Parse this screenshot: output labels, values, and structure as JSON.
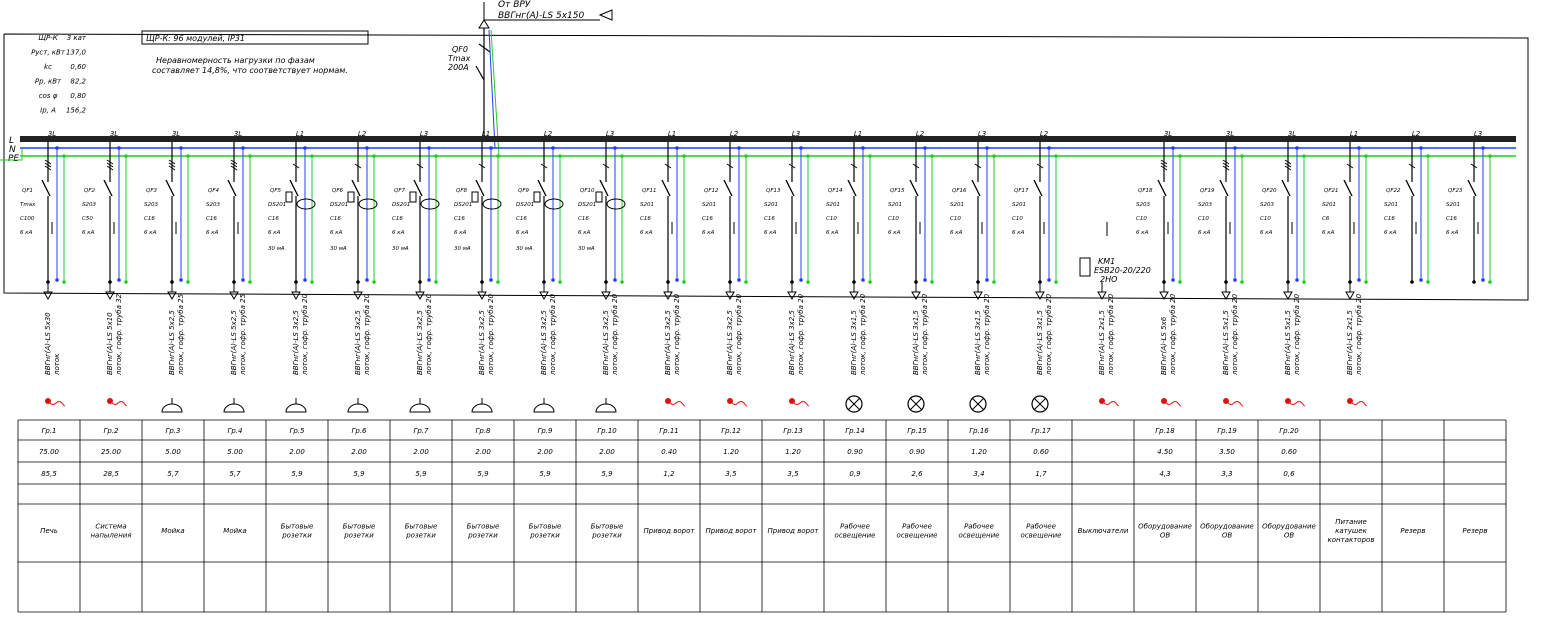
{
  "header": {
    "source_label": "От ВРУ",
    "source_cable": "ВВГнг(А)-LS 5x150",
    "qf0_name": "QF0",
    "qf0_type": "Tmax",
    "qf0_rating": "200A"
  },
  "params": [
    {
      "k": "ЩР-К",
      "v": "3 кат"
    },
    {
      "k": "Руст, кВт",
      "v": "137,0"
    },
    {
      "k": "kc",
      "v": "0,60"
    },
    {
      "k": "Рр, кВт",
      "v": "82,2"
    },
    {
      "k": "cos φ",
      "v": "0,80"
    },
    {
      "k": "Iр, А",
      "v": "156,2"
    }
  ],
  "panel_title": "ЩР-К: 96 модулей, IP31",
  "note_line1": "Неравномерность нагрузки по фазам",
  "note_line2": "составляет 14,8%, что соответствует нормам.",
  "bus": {
    "L": "L",
    "N": "N",
    "PE": "PE"
  },
  "km1": {
    "name": "KM1",
    "type": "ESB20-20/220",
    "contacts": "2НО"
  },
  "colors": {
    "line": "#000000",
    "neutral": "#1f3cff",
    "pe": "#22cc22",
    "hot": "#e01010"
  },
  "circuits": [
    {
      "phase": "3L",
      "qf": "QF1",
      "type": "Tmax",
      "curve": "C100",
      "ik": "6 кА",
      "rcd": "",
      "cable": "ВВГнг(А)-LS 5x30",
      "route": "лоток",
      "load": "heat",
      "group": "Гр.1",
      "p": "75.00",
      "i": "85,5",
      "desc": "Печь",
      "dev": "plain",
      "poles": 3
    },
    {
      "phase": "3L",
      "qf": "QF2",
      "type": "S203",
      "curve": "C50",
      "ik": "6 кА",
      "rcd": "",
      "cable": "ВВГнг(А)-LS 5x10",
      "route": "лоток, гофр. труба 32",
      "load": "heat",
      "group": "Гр.2",
      "p": "25.00",
      "i": "28,5",
      "desc": "Система напыления",
      "dev": "plain",
      "poles": 3
    },
    {
      "phase": "3L",
      "qf": "QF3",
      "type": "S203",
      "curve": "C16",
      "ik": "6 кА",
      "rcd": "",
      "cable": "ВВГнг(А)-LS 5x2,5",
      "route": "лоток, гофр. труба 25",
      "load": "socket",
      "group": "Гр.3",
      "p": "5.00",
      "i": "5,7",
      "desc": "Мойка",
      "dev": "plain",
      "poles": 3
    },
    {
      "phase": "3L",
      "qf": "QF4",
      "type": "S203",
      "curve": "C16",
      "ik": "6 кА",
      "rcd": "",
      "cable": "ВВГнг(А)-LS 5x2,5",
      "route": "лоток, гофр. труба 25",
      "load": "socket",
      "group": "Гр.4",
      "p": "5.00",
      "i": "5,7",
      "desc": "Мойка",
      "dev": "plain",
      "poles": 3
    },
    {
      "phase": "L1",
      "qf": "QF5",
      "type": "DS201",
      "curve": "C16",
      "ik": "6 кА",
      "rcd": "30 мА",
      "cable": "ВВГнг(А)-LS 3x2,5",
      "route": "лоток, гофр. труба 20",
      "load": "socket",
      "group": "Гр.5",
      "p": "2.00",
      "i": "5,9",
      "desc": "Бытовые розетки",
      "dev": "rcd",
      "poles": 1
    },
    {
      "phase": "L2",
      "qf": "QF6",
      "type": "DS201",
      "curve": "C16",
      "ik": "6 кА",
      "rcd": "30 мА",
      "cable": "ВВГнг(А)-LS 3x2,5",
      "route": "лоток, гофр. труба 20",
      "load": "socket",
      "group": "Гр.6",
      "p": "2.00",
      "i": "5,9",
      "desc": "Бытовые розетки",
      "dev": "rcd",
      "poles": 1
    },
    {
      "phase": "L3",
      "qf": "QF7",
      "type": "DS201",
      "curve": "C16",
      "ik": "6 кА",
      "rcd": "30 мА",
      "cable": "ВВГнг(А)-LS 3x2,5",
      "route": "лоток, гофр. труба 20",
      "load": "socket",
      "group": "Гр.7",
      "p": "2.00",
      "i": "5,9",
      "desc": "Бытовые розетки",
      "dev": "rcd",
      "poles": 1
    },
    {
      "phase": "L1",
      "qf": "QF8",
      "type": "DS201",
      "curve": "C16",
      "ik": "6 кА",
      "rcd": "30 мА",
      "cable": "ВВГнг(А)-LS 3x2,5",
      "route": "лоток, гофр. труба 20",
      "load": "socket",
      "group": "Гр.8",
      "p": "2.00",
      "i": "5,9",
      "desc": "Бытовые розетки",
      "dev": "rcd",
      "poles": 1
    },
    {
      "phase": "L2",
      "qf": "QF9",
      "type": "DS201",
      "curve": "C16",
      "ik": "6 кА",
      "rcd": "30 мА",
      "cable": "ВВГнг(А)-LS 3x2,5",
      "route": "лоток, гофр. труба 20",
      "load": "socket",
      "group": "Гр.9",
      "p": "2.00",
      "i": "5,9",
      "desc": "Бытовые розетки",
      "dev": "rcd",
      "poles": 1
    },
    {
      "phase": "L3",
      "qf": "QF10",
      "type": "DS201",
      "curve": "C16",
      "ik": "6 кА",
      "rcd": "30 мА",
      "cable": "ВВГнг(А)-LS 3x2,5",
      "route": "лоток, гофр. труба 20",
      "load": "socket",
      "group": "Гр.10",
      "p": "2.00",
      "i": "5,9",
      "desc": "Бытовые розетки",
      "dev": "rcd",
      "poles": 1
    },
    {
      "phase": "L1",
      "qf": "QF11",
      "type": "S201",
      "curve": "C16",
      "ik": "6 кА",
      "rcd": "",
      "cable": "ВВГнг(А)-LS 3x2,5",
      "route": "лоток, гофр. труба 20",
      "load": "heat",
      "group": "Гр.11",
      "p": "0.40",
      "i": "1,2",
      "desc": "Привод ворот",
      "dev": "plain",
      "poles": 1
    },
    {
      "phase": "L2",
      "qf": "QF12",
      "type": "S201",
      "curve": "C16",
      "ik": "6 кА",
      "rcd": "",
      "cable": "ВВГнг(А)-LS 3x2,5",
      "route": "лоток, гофр. труба 20",
      "load": "heat",
      "group": "Гр.12",
      "p": "1.20",
      "i": "3,5",
      "desc": "Привод ворот",
      "dev": "plain",
      "poles": 1
    },
    {
      "phase": "L3",
      "qf": "QF13",
      "type": "S201",
      "curve": "C16",
      "ik": "6 кА",
      "rcd": "",
      "cable": "ВВГнг(А)-LS 3x2,5",
      "route": "лоток, гофр. труба 20",
      "load": "heat",
      "group": "Гр.13",
      "p": "1.20",
      "i": "3,5",
      "desc": "Привод ворот",
      "dev": "plain",
      "poles": 1
    },
    {
      "phase": "L1",
      "qf": "QF14",
      "type": "S201",
      "curve": "C10",
      "ik": "6 кА",
      "rcd": "",
      "cable": "ВВГнг(А)-LS 3x1,5",
      "route": "лоток, гофр. труба 20",
      "load": "lamp",
      "group": "Гр.14",
      "p": "0.90",
      "i": "0,9",
      "desc": "Рабочее освещение",
      "dev": "plain",
      "poles": 1
    },
    {
      "phase": "L2",
      "qf": "QF15",
      "type": "S201",
      "curve": "C10",
      "ik": "6 кА",
      "rcd": "",
      "cable": "ВВГнг(А)-LS 3x1,5",
      "route": "лоток, гофр. труба 20",
      "load": "lamp",
      "group": "Гр.15",
      "p": "0.90",
      "i": "2,6",
      "desc": "Рабочее освещение",
      "dev": "plain",
      "poles": 1
    },
    {
      "phase": "L3",
      "qf": "QF16",
      "type": "S201",
      "curve": "C10",
      "ik": "6 кА",
      "rcd": "",
      "cable": "ВВГнг(А)-LS 3x1,5",
      "route": "лоток, гофр. труба 20",
      "load": "lamp",
      "group": "Гр.16",
      "p": "1.20",
      "i": "3,4",
      "desc": "Рабочее освещение",
      "dev": "plain",
      "poles": 1
    },
    {
      "phase": "L2",
      "qf": "QF17",
      "type": "S201",
      "curve": "C10",
      "ik": "6 кА",
      "rcd": "",
      "cable": "ВВГнг(А)-LS 3x1,5",
      "route": "лоток, гофр. труба 20",
      "load": "lamp",
      "group": "Гр.17",
      "p": "0.60",
      "i": "1,7",
      "desc": "Рабочее освещение",
      "dev": "plain",
      "poles": 1
    },
    {
      "phase": "",
      "qf": "",
      "type": "",
      "curve": "",
      "ik": "",
      "rcd": "",
      "cable": "ВВГнг(А)-LS 2x1,5",
      "route": "лоток, гофр. труба 20",
      "load": "heat",
      "group": "",
      "p": "",
      "i": "",
      "desc": "Выключатели",
      "dev": "none",
      "poles": 0
    },
    {
      "phase": "3L",
      "qf": "QF18",
      "type": "S203",
      "curve": "C10",
      "ik": "6 кА",
      "rcd": "",
      "cable": "ВВГнг(А)-LS 5x6",
      "route": "лоток, гофр. труба 20",
      "load": "heat",
      "group": "Гр.18",
      "p": "4.50",
      "i": "4,3",
      "desc": "Оборудование ОВ",
      "dev": "plain",
      "poles": 3
    },
    {
      "phase": "3L",
      "qf": "QF19",
      "type": "S203",
      "curve": "C10",
      "ik": "6 кА",
      "rcd": "",
      "cable": "ВВГнг(А)-LS 5x1,5",
      "route": "лоток, гофр. труба 20",
      "load": "heat",
      "group": "Гр.19",
      "p": "3.50",
      "i": "3,3",
      "desc": "Оборудование ОВ",
      "dev": "plain",
      "poles": 3
    },
    {
      "phase": "3L",
      "qf": "QF20",
      "type": "S203",
      "curve": "C10",
      "ik": "6 кА",
      "rcd": "",
      "cable": "ВВГнг(А)-LS 5x1,5",
      "route": "лоток, гофр. труба 20",
      "load": "heat",
      "group": "Гр.20",
      "p": "0.60",
      "i": "0,6",
      "desc": "Оборудование ОВ",
      "dev": "plain",
      "poles": 3
    },
    {
      "phase": "L1",
      "qf": "QF21",
      "type": "S201",
      "curve": "C6",
      "ik": "6 кА",
      "rcd": "",
      "cable": "ВВГнг(А)-LS 2x1,5",
      "route": "лоток, гофр. труба 20",
      "load": "heat",
      "group": "",
      "p": "",
      "i": "",
      "desc": "Питание катушек контакторов",
      "dev": "plain",
      "poles": 1
    },
    {
      "phase": "L2",
      "qf": "QF22",
      "type": "S201",
      "curve": "C16",
      "ik": "6 кА",
      "rcd": "",
      "cable": "",
      "route": "",
      "load": "none",
      "group": "",
      "p": "",
      "i": "",
      "desc": "Резерв",
      "dev": "plain",
      "poles": 1
    },
    {
      "phase": "L3",
      "qf": "QF23",
      "type": "S201",
      "curve": "C16",
      "ik": "6 кА",
      "rcd": "",
      "cable": "",
      "route": "",
      "load": "none",
      "group": "",
      "p": "",
      "i": "",
      "desc": "Резерв",
      "dev": "plain",
      "poles": 1
    }
  ]
}
